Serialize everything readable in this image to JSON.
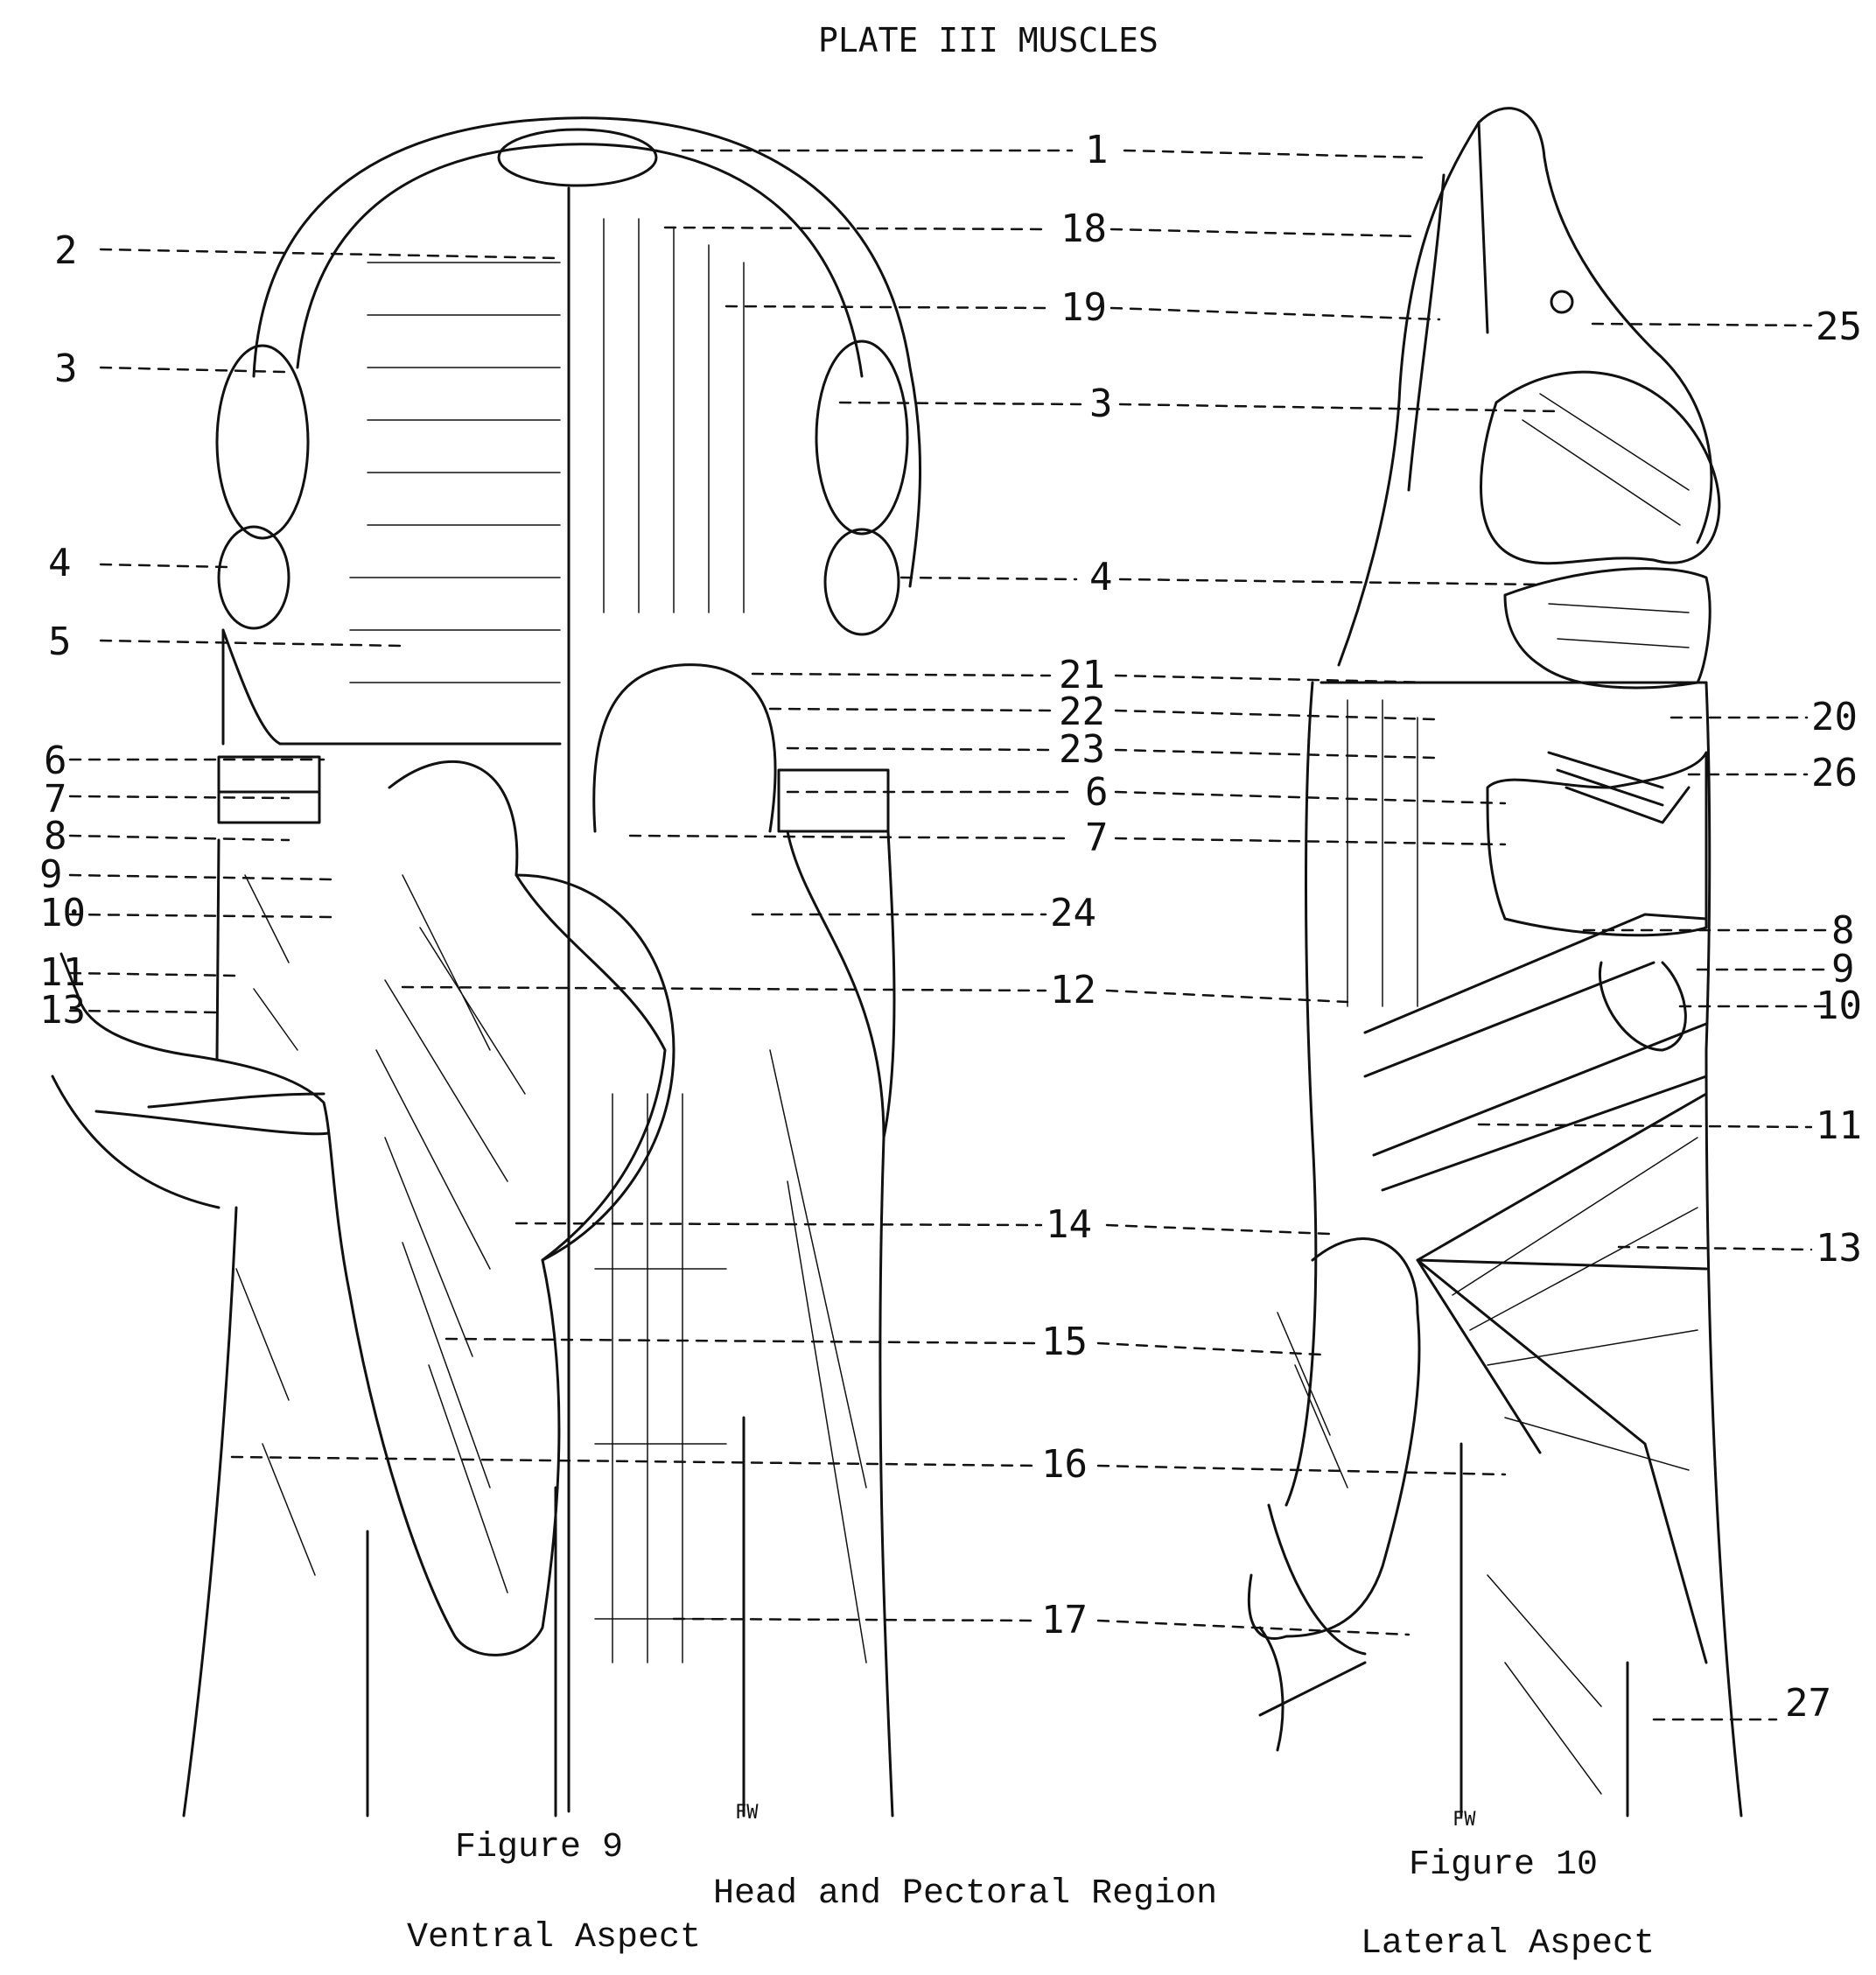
{
  "title": "PLATE III MUSCLES",
  "figure9_caption": "Figure 9",
  "figure10_caption": "Figure 10",
  "region_caption": "Head and Pectoral Region",
  "figure9_aspect": "Ventral Aspect",
  "figure10_aspect": "Lateral Aspect",
  "initials": "FW",
  "labels": [
    "1",
    "2",
    "3",
    "4",
    "5",
    "6",
    "7",
    "8",
    "9",
    "10",
    "11",
    "12",
    "13",
    "14",
    "15",
    "16",
    "17",
    "18",
    "19",
    "20",
    "21",
    "22",
    "23",
    "24",
    "25",
    "26",
    "27"
  ]
}
